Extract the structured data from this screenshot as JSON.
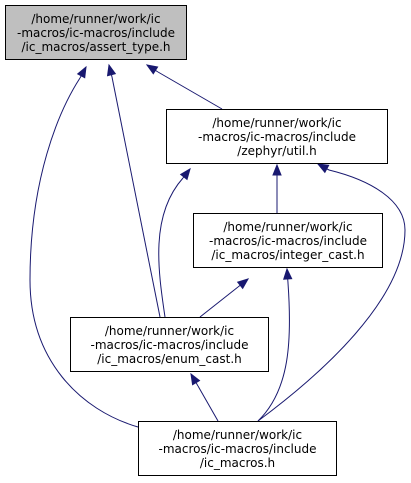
{
  "diagram": {
    "nodes": [
      {
        "id": "assert_type",
        "highlighted": true,
        "lines": [
          "/home/runner/work/ic",
          "-macros/ic-macros/include",
          "/ic_macros/assert_type.h"
        ]
      },
      {
        "id": "util",
        "highlighted": false,
        "lines": [
          "/home/runner/work/ic",
          "-macros/ic-macros/include",
          "/zephyr/util.h"
        ]
      },
      {
        "id": "integer_cast",
        "highlighted": false,
        "lines": [
          "/home/runner/work/ic",
          "-macros/ic-macros/include",
          "/ic_macros/integer_cast.h"
        ]
      },
      {
        "id": "enum_cast",
        "highlighted": false,
        "lines": [
          "/home/runner/work/ic",
          "-macros/ic-macros/include",
          "/ic_macros/enum_cast.h"
        ]
      },
      {
        "id": "ic_macros",
        "highlighted": false,
        "lines": [
          "/home/runner/work/ic",
          "-macros/ic-macros/include",
          "/ic_macros.h"
        ]
      }
    ],
    "edges": [
      {
        "from": "util",
        "to": "assert_type"
      },
      {
        "from": "enum_cast",
        "to": "assert_type"
      },
      {
        "from": "ic_macros",
        "to": "assert_type"
      },
      {
        "from": "integer_cast",
        "to": "util"
      },
      {
        "from": "enum_cast",
        "to": "util"
      },
      {
        "from": "ic_macros",
        "to": "util"
      },
      {
        "from": "enum_cast",
        "to": "integer_cast"
      },
      {
        "from": "ic_macros",
        "to": "integer_cast"
      },
      {
        "from": "ic_macros",
        "to": "enum_cast"
      }
    ],
    "colors": {
      "edge": "#191970",
      "node_border": "#000000",
      "node_fill": "#ffffff",
      "highlight_fill": "#bfbfbf"
    }
  }
}
